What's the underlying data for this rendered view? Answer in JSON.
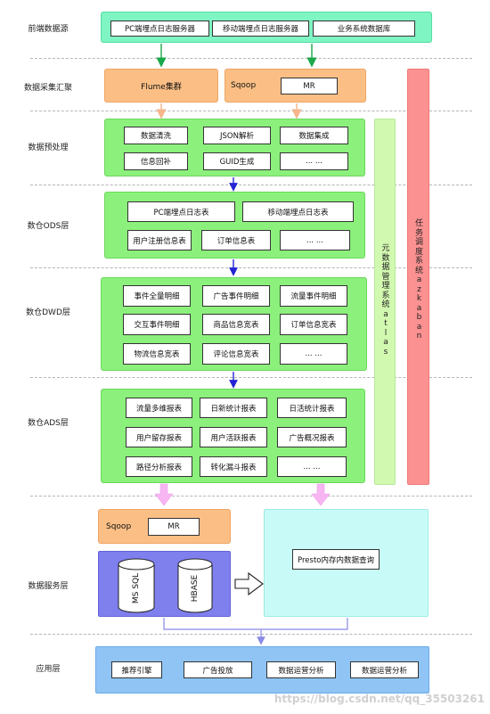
{
  "layers": {
    "source": "前端数据源",
    "collect": "数据采集汇聚",
    "preprocess": "数据预处理",
    "ods": "数仓ODS层",
    "dwd": "数仓DWD层",
    "ads": "数仓ADS层",
    "service": "数据服务层",
    "app": "应用层"
  },
  "source": {
    "items": [
      "PC端埋点日志服务器",
      "移动端埋点日志服务器",
      "业务系统数据库"
    ]
  },
  "collect": {
    "flume": "Flume集群",
    "sqoop": "Sqoop",
    "mr": "MR"
  },
  "preprocess": {
    "items": [
      "数据清洗",
      "JSON解析",
      "数据集成",
      "信息回补",
      "GUID生成",
      "... ..."
    ]
  },
  "ods": {
    "items": [
      "PC端埋点日志表",
      "移动端埋点日志表",
      "用户注册信息表",
      "订单信息表",
      "... ..."
    ]
  },
  "dwd": {
    "items": [
      "事件全量明细",
      "广告事件明细",
      "流量事件明细",
      "交互事件明细",
      "商品信息宽表",
      "订单信息宽表",
      "物流信息宽表",
      "评论信息宽表",
      "... ..."
    ]
  },
  "ads": {
    "items": [
      "流量多维报表",
      "日新统计报表",
      "日活统计报表",
      "用户留存报表",
      "用户活跃报表",
      "广告概况报表",
      "路径分析报表",
      "转化漏斗报表",
      "... ..."
    ]
  },
  "metadata_system": "元数据管理系统atlas",
  "scheduler_system": "任务调度系统azkaban",
  "service": {
    "sqoop": "Sqoop",
    "mr": "MR",
    "ms_sql": "MS SQL",
    "hbase": "HBASE",
    "presto": "Presto内存内数据查询"
  },
  "app": {
    "items": [
      "推荐引擎",
      "广告投放",
      "数据运营分析",
      "数据运营分析"
    ]
  },
  "watermark": "https://blog.csdn.net/qq_35503261",
  "colors": {
    "green": "#8cf07c",
    "mint": "#7ff5c4",
    "orange": "#fbbf85",
    "red": "#fb9191",
    "pale_green": "#d2f9b0",
    "purple": "#7f7fee",
    "cyan": "#c8fbf7",
    "blue": "#8fc4f5",
    "pink_arrow": "#f7b6f2",
    "blue_arrow": "#2424d4"
  }
}
